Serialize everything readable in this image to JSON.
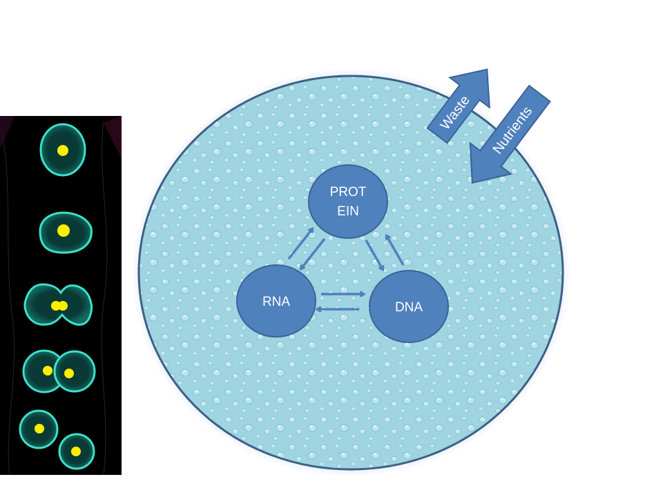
{
  "diagram": {
    "nodes": {
      "protein": {
        "line1": "PROT",
        "line2": "EIN"
      },
      "rna": {
        "label": "RNA"
      },
      "dna": {
        "label": "DNA"
      }
    },
    "flows": {
      "waste": {
        "label": "Waste",
        "direction": "out"
      },
      "nutrients": {
        "label": "Nutrients",
        "direction": "in"
      }
    },
    "edges": [
      {
        "from": "RNA",
        "to": "PROTEIN"
      },
      {
        "from": "PROTEIN",
        "to": "RNA"
      },
      {
        "from": "PROTEIN",
        "to": "DNA"
      },
      {
        "from": "DNA",
        "to": "PROTEIN"
      },
      {
        "from": "RNA",
        "to": "DNA"
      },
      {
        "from": "DNA",
        "to": "RNA"
      }
    ]
  },
  "photo_strip": {
    "cell_stages": [
      "single-cell",
      "elongating",
      "pinching",
      "two-nuclei",
      "two-daughter-cells"
    ]
  },
  "colors": {
    "node_fill": "#4f81bd",
    "node_stroke": "#3a6496",
    "cell_fill": "#9fd4e1",
    "cell_border": "#3d5f86",
    "cell_glow": "#b8d0f0",
    "flow_arrow": "#4f81bd",
    "edge_arrow": "#4f81bd",
    "strip_bg": "#000000",
    "strip_cell_ring": "#3fe0c8",
    "strip_nucleus": "#ffee00"
  }
}
